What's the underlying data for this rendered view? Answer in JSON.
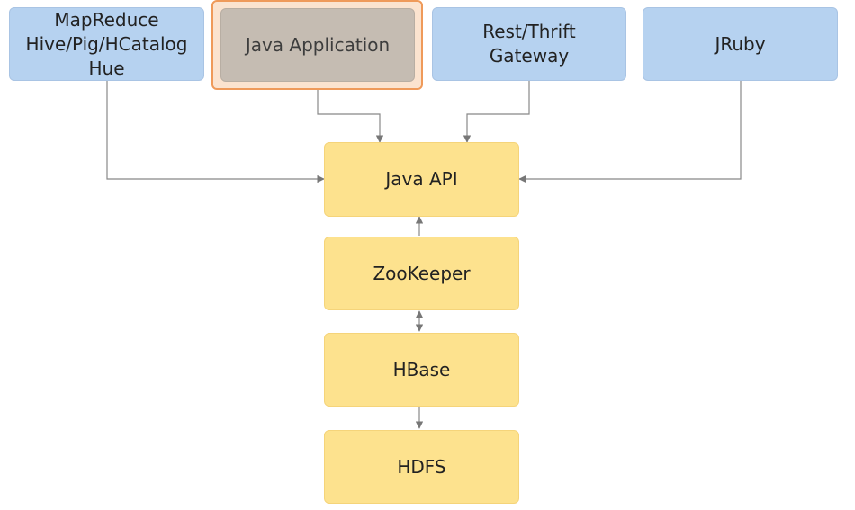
{
  "clients": {
    "mapreduce": {
      "lines": [
        "MapReduce",
        "Hive/Pig/HCatalog",
        "Hue"
      ]
    },
    "java_application": {
      "label": "Java Application"
    },
    "rest_thrift": {
      "lines": [
        "Rest/Thrift",
        "Gateway"
      ]
    },
    "jruby": {
      "label": "JRuby"
    }
  },
  "stack": {
    "java_api": "Java API",
    "zookeeper": "ZooKeeper",
    "hbase": "HBase",
    "hdfs": "HDFS"
  },
  "colors": {
    "client_fill": "#b6d2f0",
    "core_fill": "#fde28e",
    "selected_fill": "#c5bcb2",
    "selected_border": "#ef9a5a",
    "connector": "#777777"
  }
}
